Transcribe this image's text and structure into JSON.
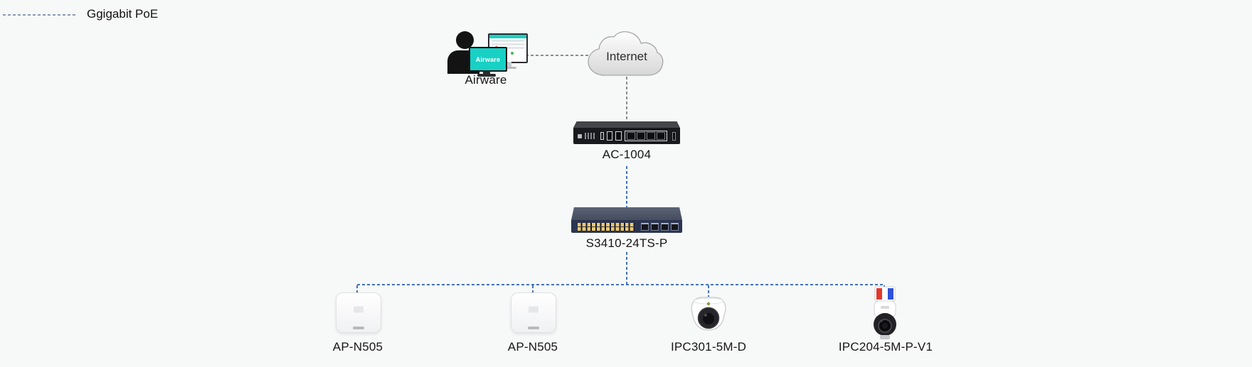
{
  "legend": {
    "label": "Ggigabit PoE"
  },
  "topology": {
    "management": {
      "label": "Airware",
      "screen_text": "Airware"
    },
    "internet": {
      "label": "Internet"
    },
    "controller": {
      "label": "AC-1004"
    },
    "switch": {
      "label": "S3410-24TS-P"
    },
    "endpoints": [
      {
        "label": "AP-N505",
        "type": "wireless-access-point"
      },
      {
        "label": "AP-N505",
        "type": "wireless-access-point"
      },
      {
        "label": "IPC301-5M-D",
        "type": "dome-ip-camera"
      },
      {
        "label": "IPC204-5M-P-V1",
        "type": "ptz-ip-camera"
      }
    ]
  },
  "colors": {
    "background": "#f7f8f8",
    "poe_link": "#4273b9",
    "wan_link": "#8c8c8c",
    "legend_line": "#8c99b5",
    "airware_screen": "#17d1c5"
  }
}
